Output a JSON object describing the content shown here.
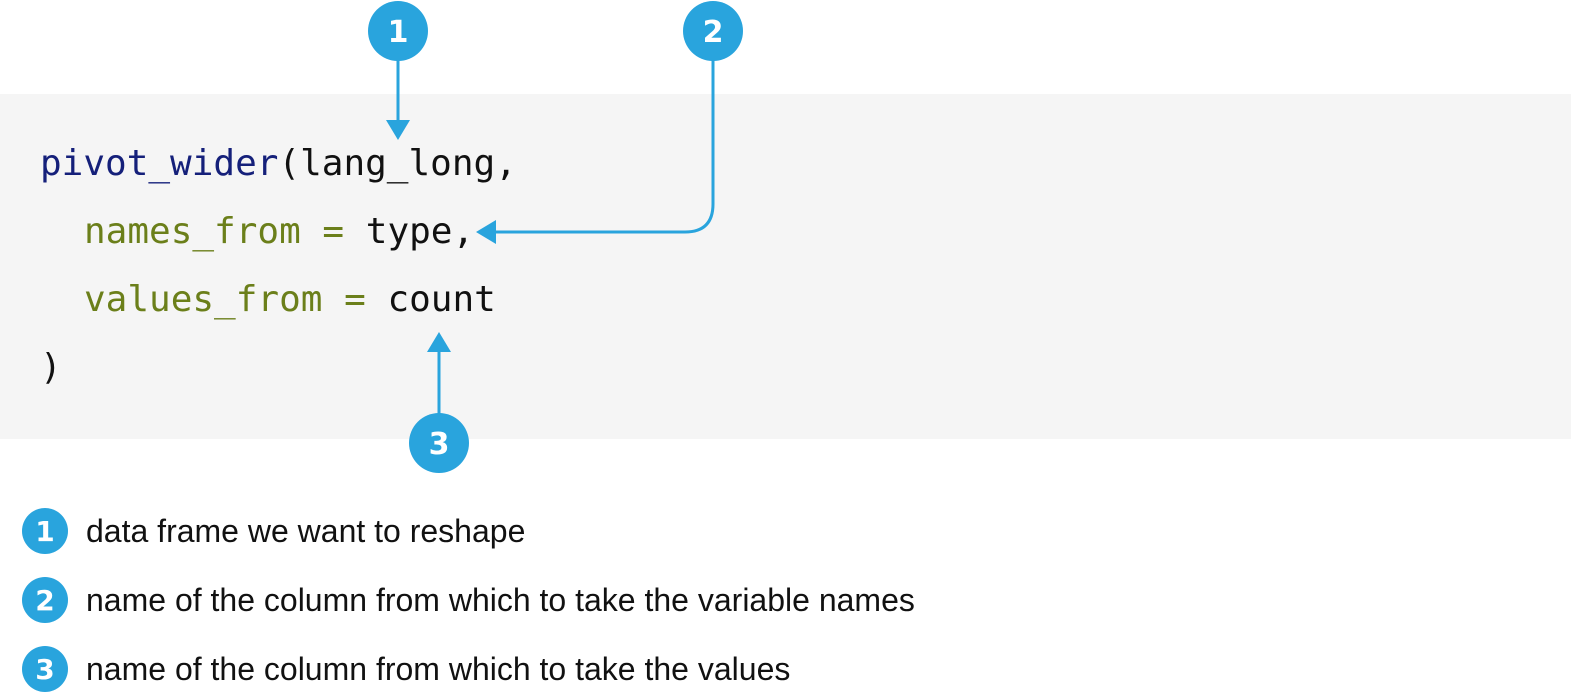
{
  "code": {
    "line1": {
      "fn": "pivot_wider",
      "rest": "(lang_long,"
    },
    "line2": {
      "arg": "names_from",
      "op": " = ",
      "value": "type,"
    },
    "line3": {
      "arg": "values_from",
      "op": " = ",
      "value": "count"
    },
    "line4": {
      "text": ")"
    }
  },
  "callouts": [
    {
      "number": "1"
    },
    {
      "number": "2"
    },
    {
      "number": "3"
    }
  ],
  "legend": [
    {
      "number": "1",
      "text": "data frame we want to reshape"
    },
    {
      "number": "2",
      "text": "name of the column from which to take the variable names"
    },
    {
      "number": "3",
      "text": "name of the column from which to take the values"
    }
  ],
  "colors": {
    "badge": "#29a4dd",
    "function": "#15207a",
    "argument": "#6b7f1a",
    "code_background": "#f5f5f5"
  }
}
